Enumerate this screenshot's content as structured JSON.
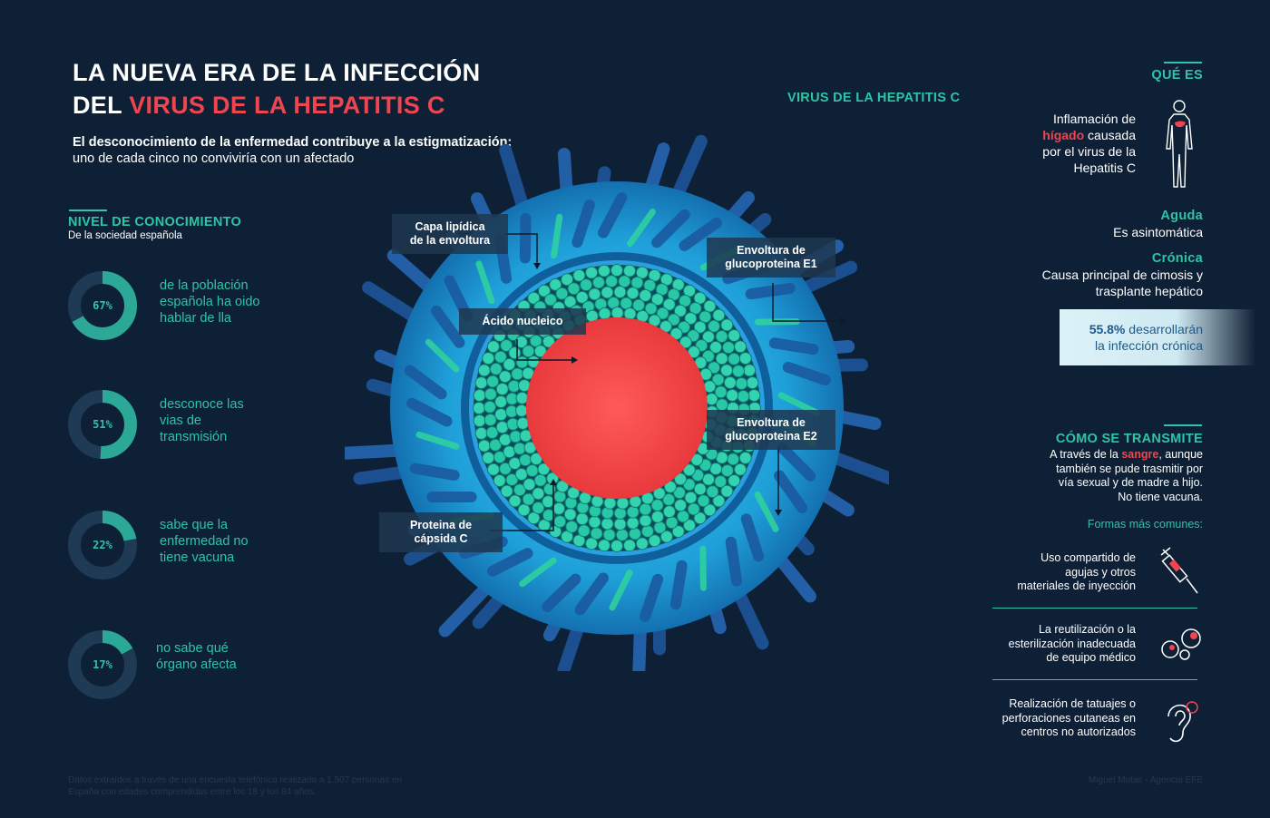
{
  "header": {
    "title_line1": "LA NUEVA ERA DE LA INFECCIÓN",
    "title_line2_prefix": "DEL ",
    "title_line2_highlight": "VIRUS DE LA HEPATITIS C",
    "subtitle_bold": "El desconocimiento de la enfermedad contribuye a la estigmatización:",
    "subtitle_rest": "uno de cada cinco no conviviría con un afectado"
  },
  "knowledge": {
    "title": "NIVEL DE CONOCIMIENTO",
    "subtitle": "De la sociedad española",
    "stats": [
      {
        "percent": 67,
        "label": "67%",
        "text": [
          "de la población",
          "española ha oido",
          "hablar de lla"
        ]
      },
      {
        "percent": 51,
        "label": "51%",
        "text": [
          "desconoce las",
          "vias de",
          "transmisión"
        ]
      },
      {
        "percent": 22,
        "label": "22%",
        "text": [
          "sabe que la",
          "enfermedad no",
          "tiene vacuna"
        ]
      },
      {
        "percent": 17,
        "label": "17%",
        "text": [
          "no sabe qué",
          "órgano afecta"
        ]
      }
    ]
  },
  "virus": {
    "title": "VIRUS DE LA HEPATITIS C",
    "labels": {
      "lipid": [
        "Capa lipídica",
        "de la envoltura"
      ],
      "e1": [
        "Envoltura de",
        "glucoproteina E1"
      ],
      "nucleic": "Ácido nucleico",
      "e2": [
        "Envoltura de",
        "glucoproteina E2"
      ],
      "capsid": [
        "Proteina de",
        "cápsida C"
      ]
    }
  },
  "what_is": {
    "title": "QUÉ ES",
    "desc": {
      "line1": "Inflamación de",
      "highlight": "hígado",
      "line2_rest": " causada",
      "line3": "por el virus de la",
      "line4": "Hepatitis C"
    },
    "acute_title": "Aguda",
    "acute_text": "Es asintomática",
    "chronic_title": "Crónica",
    "chronic_text1": "Causa principal de  cimosis y",
    "chronic_text2": "trasplante hepático",
    "chronic_stat_bold": "55.8%",
    "chronic_stat_rest": " desarrollarán",
    "chronic_stat_line2": "la infección crónica"
  },
  "transmission": {
    "title": "CÓMO SE TRANSMITE",
    "line1_prefix": "A través de la ",
    "line1_highlight": "sangre",
    "line1_suffix": ", aunque",
    "line2": "también se pude trasmitir por",
    "line3": "vía sexual y de madre a hijo.",
    "line4": "No tiene vacuna.",
    "common_title": "Formas más comunes:",
    "forms": [
      {
        "icon": "syringe-icon",
        "lines": [
          "Uso compartido de",
          "agujas y otros",
          "materiales de inyección"
        ]
      },
      {
        "icon": "bubbles-icon",
        "lines": [
          "La reutilización o la",
          "esterilización inadecuada",
          "de equipo médico"
        ]
      },
      {
        "icon": "ear-icon",
        "lines": [
          "Realización de tatuajes o",
          "perforaciones cutaneas en",
          "centros no autorizados"
        ]
      }
    ]
  },
  "footer": {
    "source_line1": "Datos extraídos a través de una encuesta telefónica realizada a 1.507 personas en",
    "source_line2": "España con edades comprendidas entre los 18 y los 84 años.",
    "credit": "Miguel Mutas - Agencia EFE"
  },
  "colors": {
    "background": "#0e2035",
    "teal": "#2ec4a6",
    "red": "#f0454f",
    "virus_blue": "#1f9fd8"
  }
}
